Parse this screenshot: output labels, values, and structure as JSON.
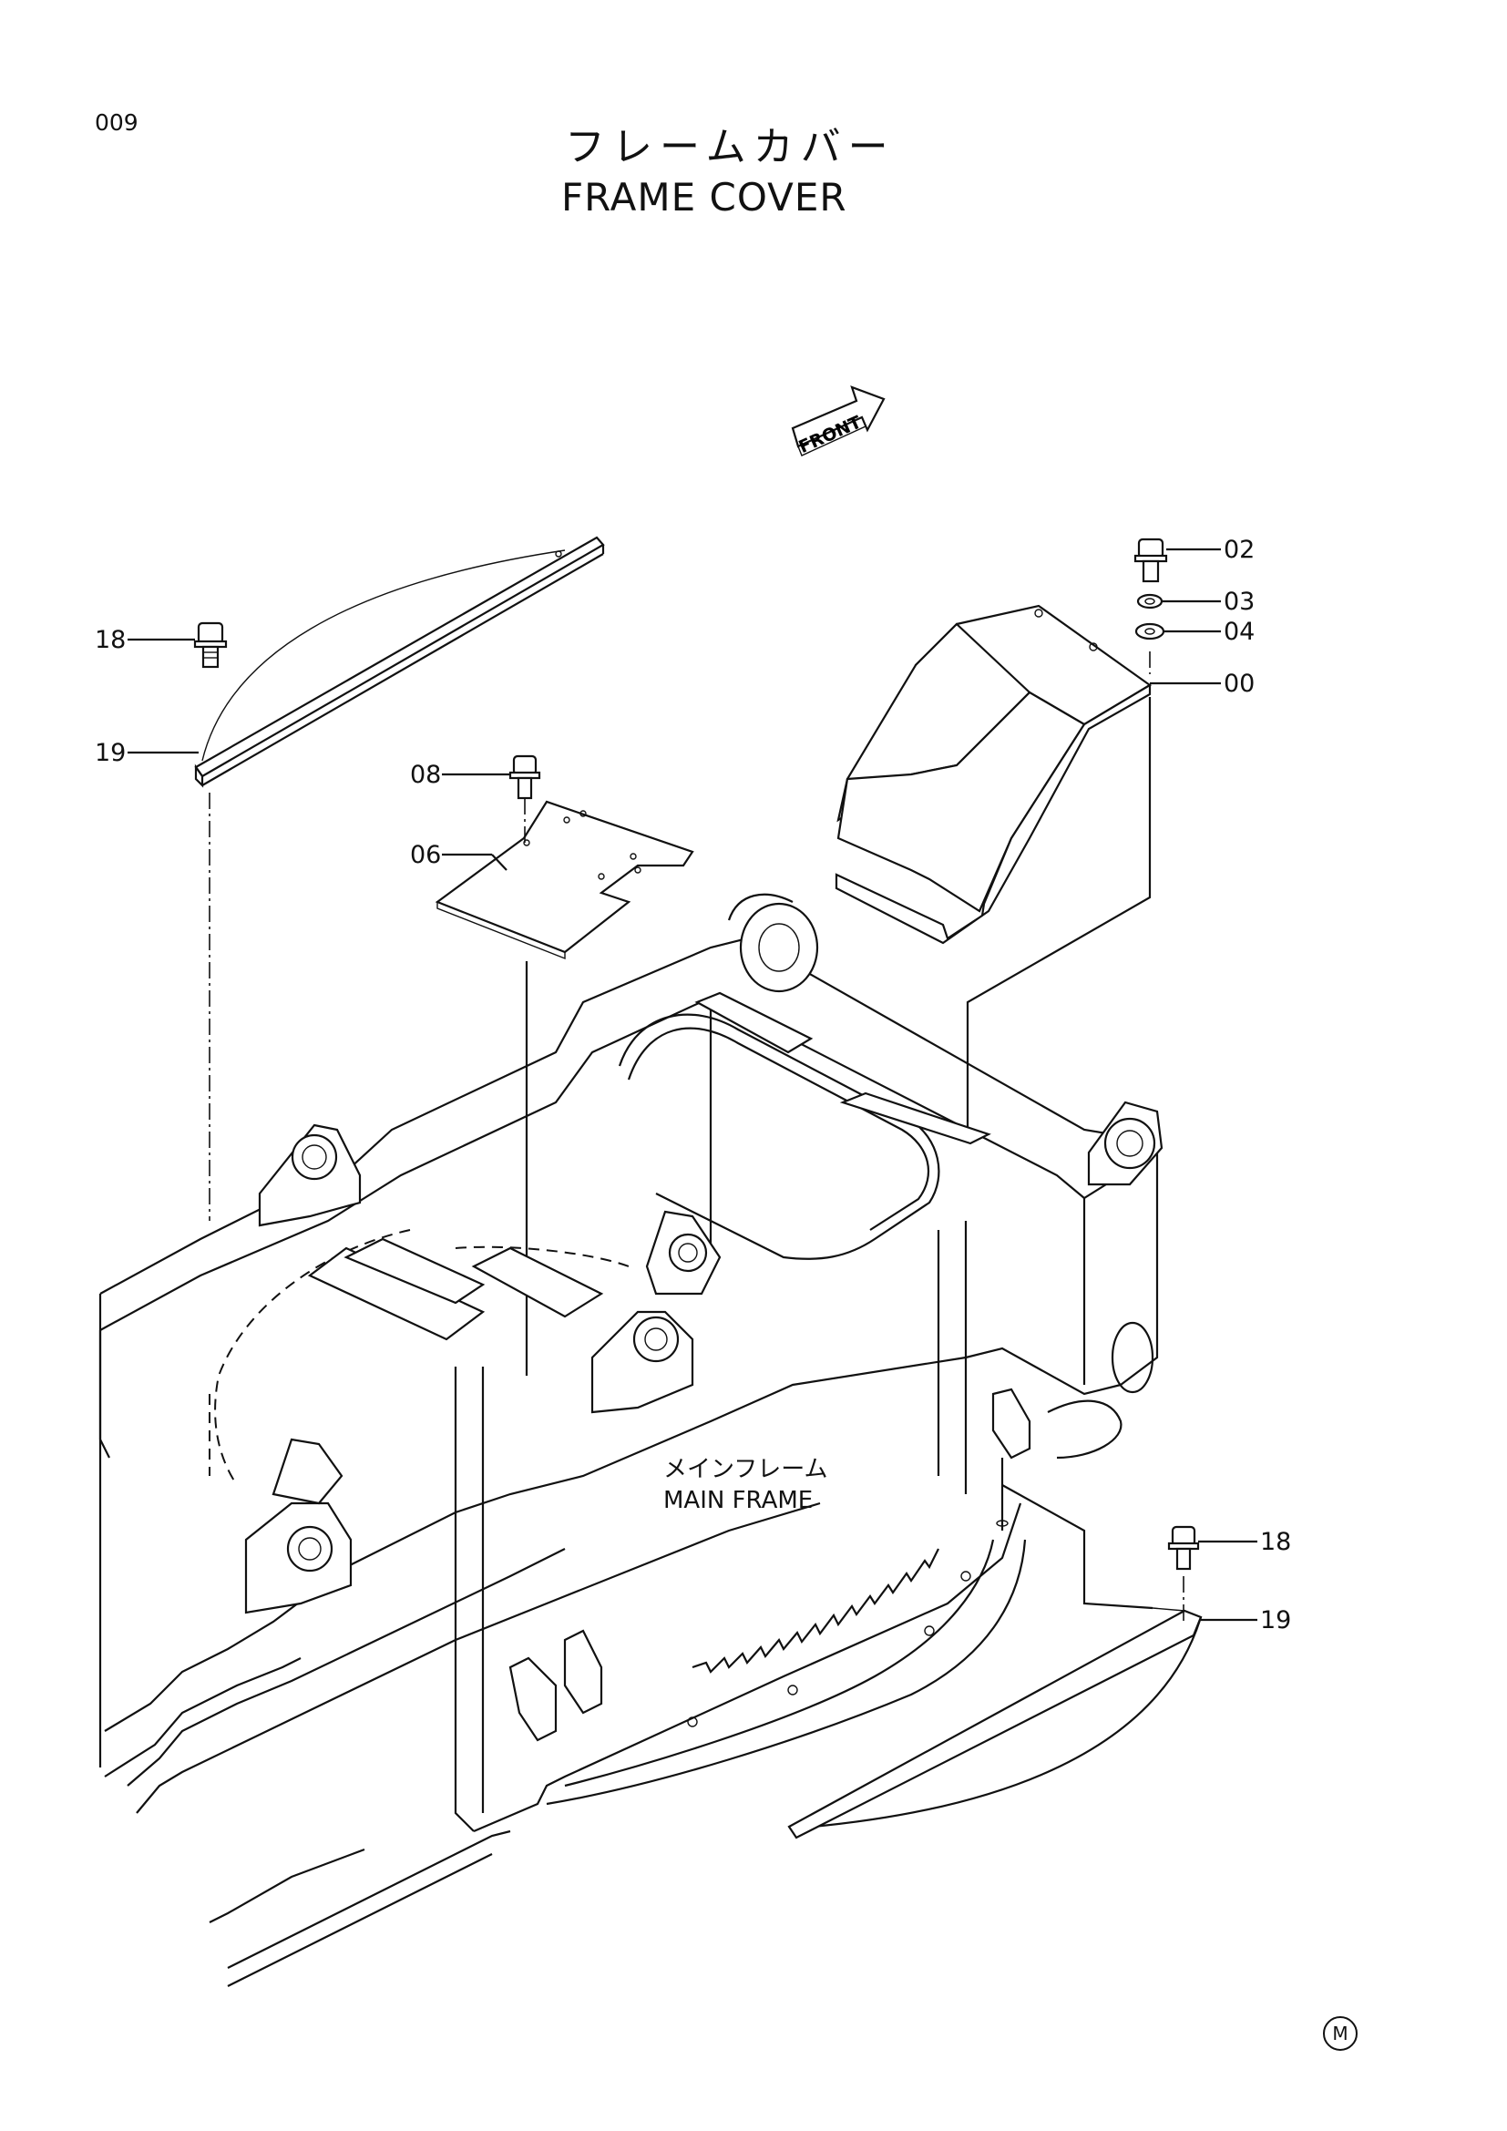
{
  "page_number": "009",
  "title_jp": "フレームカバー",
  "title_en": "FRAME COVER",
  "front_arrow": "FRONT",
  "main_frame_jp": "メインフレーム",
  "main_frame_en": "MAIN FRAME",
  "callouts": {
    "c02": "02",
    "c03": "03",
    "c04": "04",
    "c00": "00",
    "c18a": "18",
    "c19a": "19",
    "c08": "08",
    "c06": "06",
    "c18b": "18",
    "c19b": "19"
  },
  "mark": "M"
}
